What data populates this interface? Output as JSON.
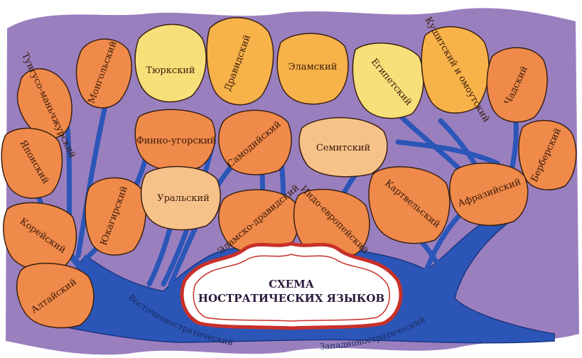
{
  "title": {
    "line1": "СХЕМА",
    "line2": "НОСТРАТИЧЕСКИХ ЯЗЫКОВ"
  },
  "branches": {
    "east": "Восточноностратический",
    "west": "Западноностратический"
  },
  "colors": {
    "background": "#9a7fbf",
    "trunk": "#2b56b8",
    "leaf_orange": "#f08a4a",
    "leaf_yellow": "#f7c24a",
    "leaf_pale": "#f7ae6a",
    "outline": "#3a2010",
    "title_frame_red": "#c8302a"
  },
  "leaves": {
    "tungus": "Тунгусо-маньчжурский",
    "mongol": "Монгольский",
    "turk": "Тюркский",
    "dravid": "Дравидский",
    "elam": "Эламский",
    "egypt": "Египетский",
    "kushit": "Кушитский и омоутский",
    "chad": "Чадский",
    "japan": "Японский",
    "finno": "Финно-угорский",
    "samoyed": "Самодийский",
    "semit": "Семитский",
    "berber": "Берберский",
    "yukagir": "Юкагирский",
    "ural": "Уральский",
    "afraz": "Афразийский",
    "kartvel": "Картвельский",
    "korea": "Корейский",
    "elamdrav": "Эламско-дравидский",
    "indoeur": "Индо-европейский",
    "altai": "Алтайский"
  }
}
